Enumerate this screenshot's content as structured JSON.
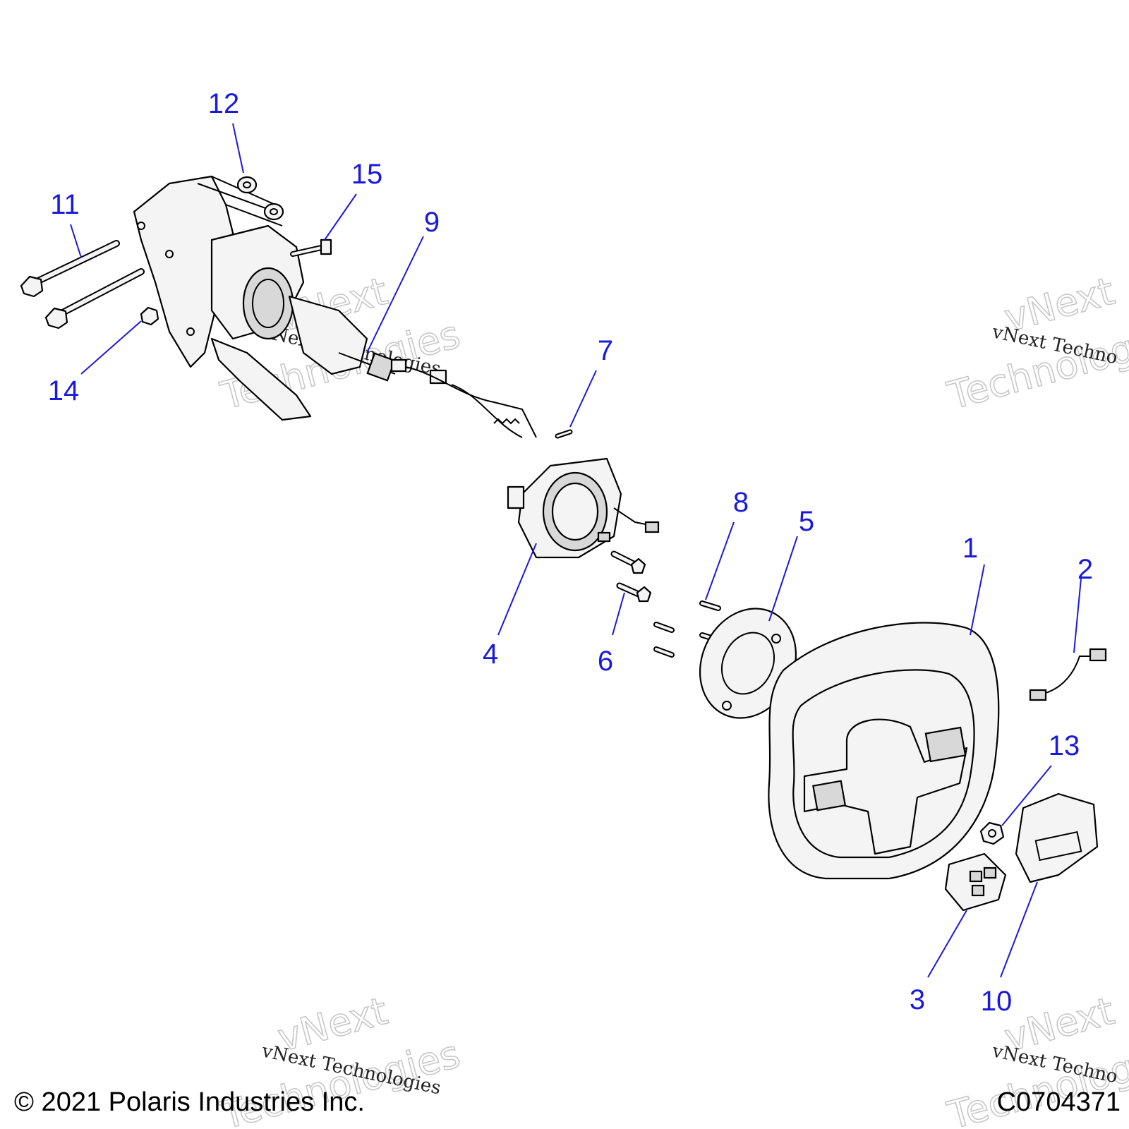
{
  "callouts": [
    {
      "id": "1",
      "label": "1"
    },
    {
      "id": "2",
      "label": "2"
    },
    {
      "id": "3",
      "label": "3"
    },
    {
      "id": "4",
      "label": "4"
    },
    {
      "id": "5",
      "label": "5"
    },
    {
      "id": "6",
      "label": "6"
    },
    {
      "id": "7",
      "label": "7"
    },
    {
      "id": "8",
      "label": "8"
    },
    {
      "id": "9",
      "label": "9"
    },
    {
      "id": "10",
      "label": "10"
    },
    {
      "id": "11",
      "label": "11"
    },
    {
      "id": "12",
      "label": "12"
    },
    {
      "id": "13",
      "label": "13"
    },
    {
      "id": "14",
      "label": "14"
    },
    {
      "id": "15",
      "label": "15"
    }
  ],
  "watermark": {
    "line1": "vNext",
    "line2": "Technologies",
    "small": "vNext Technologies",
    "small_partial": "vNext Techno"
  },
  "footer": {
    "copyright": "© 2021 Polaris Industries Inc.",
    "figure_code": "C0704371"
  },
  "colors": {
    "callout": "#1a1adc",
    "linework": "#000000",
    "watermark": "#c8c8c8"
  }
}
